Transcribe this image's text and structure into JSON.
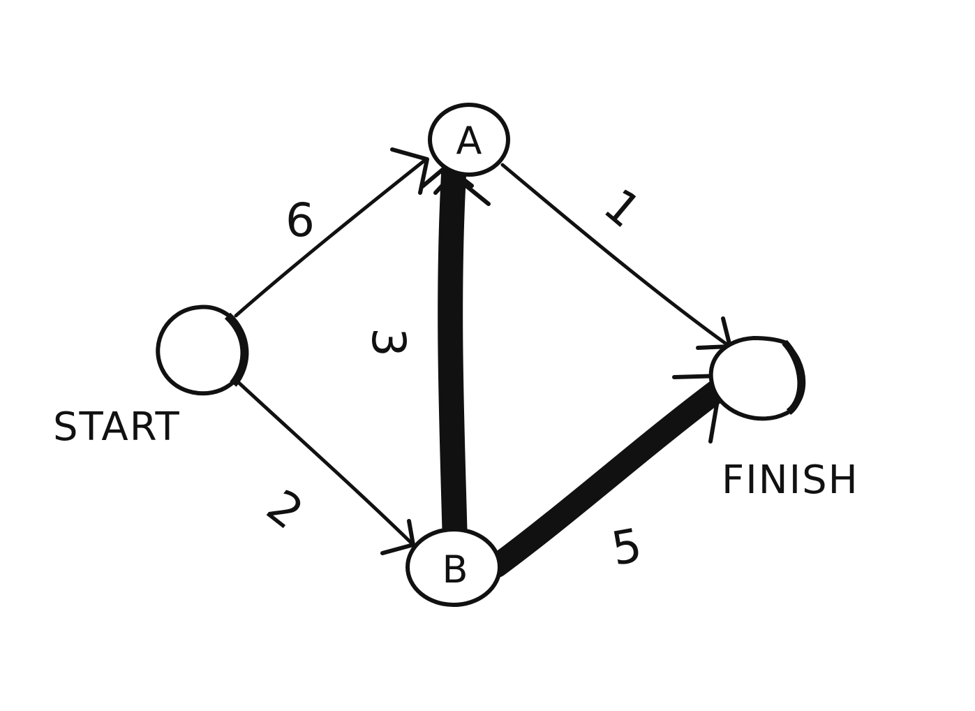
{
  "graph": {
    "nodes": {
      "start": {
        "label": "",
        "caption": "START"
      },
      "a": {
        "label": "A"
      },
      "b": {
        "label": "B"
      },
      "finish": {
        "label": "",
        "caption": "FINISH"
      }
    },
    "edges": [
      {
        "from": "START",
        "to": "A",
        "weight": "6",
        "highlighted": false
      },
      {
        "from": "START",
        "to": "B",
        "weight": "2",
        "highlighted": false
      },
      {
        "from": "B",
        "to": "A",
        "weight": "3",
        "highlighted": true
      },
      {
        "from": "A",
        "to": "FINISH",
        "weight": "1",
        "highlighted": false
      },
      {
        "from": "B",
        "to": "FINISH",
        "weight": "5",
        "highlighted": true
      }
    ]
  },
  "colors": {
    "ink": "#111111",
    "background": "#ffffff"
  }
}
